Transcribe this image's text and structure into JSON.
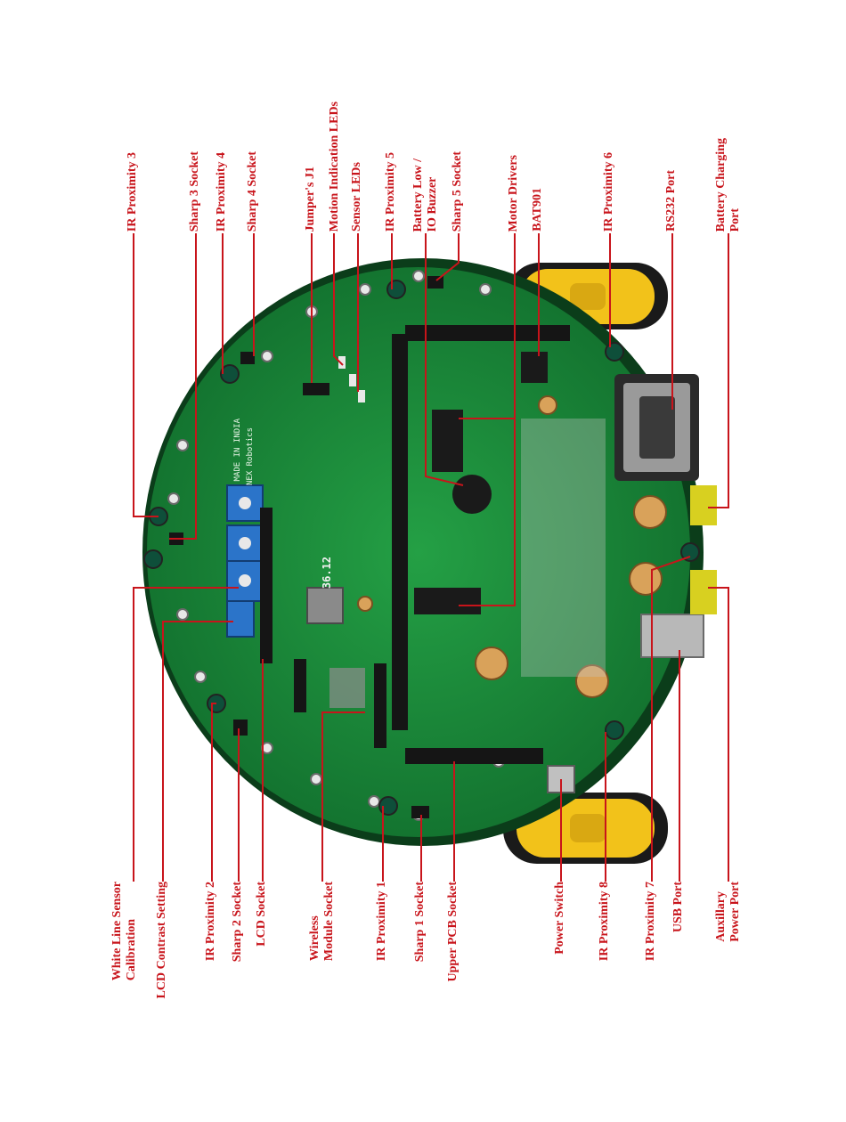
{
  "colors": {
    "label": "#c8141b",
    "leader": "#c8141b",
    "pcb": "#1d8a3a",
    "pcb_dark": "#0f5c26",
    "wheel": "#f2c21a",
    "tyre": "#1a1a1a",
    "header": "#151515",
    "trimpot": "#2b74c9"
  },
  "top_labels": [
    {
      "id": "ir-proximity-3",
      "lines": [
        "IR Proximity 3"
      ]
    },
    {
      "id": "sharp-3-socket",
      "lines": [
        "Sharp 3 Socket"
      ]
    },
    {
      "id": "ir-proximity-4",
      "lines": [
        "IR Proximity 4"
      ]
    },
    {
      "id": "sharp-4-socket",
      "lines": [
        "Sharp 4 Socket"
      ]
    },
    {
      "id": "jumpers-j1",
      "lines": [
        "Jumper's J1"
      ]
    },
    {
      "id": "motion-indication-leds",
      "lines": [
        "Motion Indication LEDs"
      ]
    },
    {
      "id": "sensor-leds",
      "lines": [
        "Sensor LEDs"
      ]
    },
    {
      "id": "ir-proximity-5",
      "lines": [
        "IR Proximity 5"
      ]
    },
    {
      "id": "battery-low-io-buzzer",
      "lines": [
        "Battery Low /",
        "IO Buzzer"
      ]
    },
    {
      "id": "sharp-5-socket",
      "lines": [
        "Sharp 5 Socket"
      ]
    },
    {
      "id": "motor-drivers",
      "lines": [
        "Motor Drivers"
      ]
    },
    {
      "id": "bat901",
      "lines": [
        "BAT901"
      ]
    },
    {
      "id": "ir-proximity-6",
      "lines": [
        "IR Proximity 6"
      ]
    },
    {
      "id": "rs232-port",
      "lines": [
        "RS232 Port"
      ]
    },
    {
      "id": "battery-charging-port",
      "lines": [
        "Battery Charging",
        "Port"
      ]
    }
  ],
  "bottom_labels": [
    {
      "id": "white-line-sensor-calibration",
      "lines": [
        "White  Line  Sensor",
        "Calibration"
      ]
    },
    {
      "id": "lcd-contrast-setting",
      "lines": [
        "LCD Contrast Setting"
      ]
    },
    {
      "id": "ir-proximity-2",
      "lines": [
        "IR Proximity 2"
      ]
    },
    {
      "id": "sharp-2-socket",
      "lines": [
        "Sharp 2 Socket"
      ]
    },
    {
      "id": "lcd-socket",
      "lines": [
        "LCD Socket"
      ]
    },
    {
      "id": "wireless-module-socket",
      "lines": [
        "Wireless",
        "Module Socket"
      ]
    },
    {
      "id": "ir-proximity-1",
      "lines": [
        "IR Proximity 1"
      ]
    },
    {
      "id": "sharp-1-socket",
      "lines": [
        "Sharp 1 Socket"
      ]
    },
    {
      "id": "upper-pcb-socket",
      "lines": [
        "Upper PCB Socket"
      ]
    },
    {
      "id": "power-switch",
      "lines": [
        "Power Switch"
      ]
    },
    {
      "id": "ir-proximity-8",
      "lines": [
        "IR Proximity 8"
      ]
    },
    {
      "id": "ir-proximity-7",
      "lines": [
        "IR Proximity 7"
      ]
    },
    {
      "id": "usb-port",
      "lines": [
        "USB Port"
      ]
    },
    {
      "id": "auxillary-power-port",
      "lines": [
        "Auxillary",
        "Power Port"
      ]
    }
  ],
  "board_text": {
    "made_in": "MADE IN INDIA",
    "maker": "NEX Robotics",
    "version": "36.12"
  }
}
